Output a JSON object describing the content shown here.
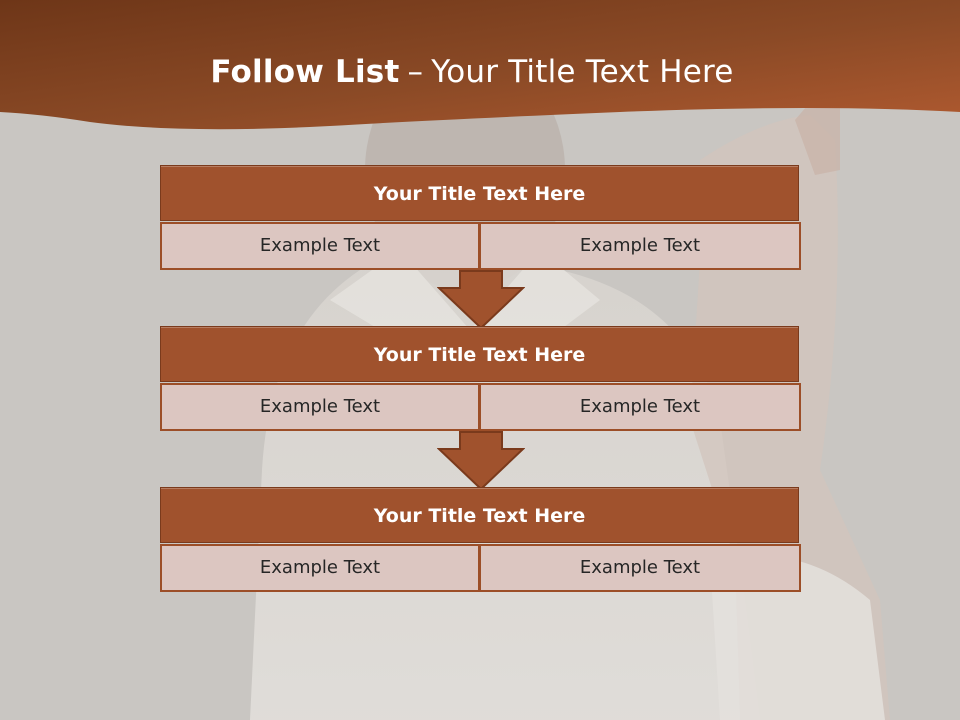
{
  "slide": {
    "title_bold": "Follow List",
    "title_dash": "–",
    "title_rest": "Your Title Text Here"
  },
  "blocks": [
    {
      "title": "Your Title Text Here",
      "left": "Example Text",
      "right": "Example Text"
    },
    {
      "title": "Your Title Text Here",
      "left": "Example Text",
      "right": "Example Text"
    },
    {
      "title": "Your Title Text Here",
      "left": "Example Text",
      "right": "Example Text"
    }
  ],
  "colors": {
    "banner": "#8b4a26",
    "block_title": "#a0522d",
    "cell_bg": "#dcc6c1",
    "background": "#c9c6c2"
  },
  "icons": [
    "down-arrow-icon",
    "down-arrow-icon"
  ]
}
